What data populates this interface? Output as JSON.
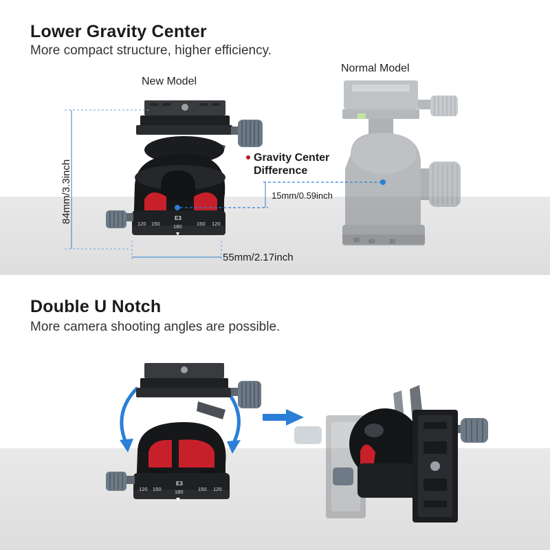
{
  "section1": {
    "title": "Lower Gravity Center",
    "subtitle": "More compact structure, higher efficiency.",
    "new_model_label": "New Model",
    "normal_model_label": "Normal Model",
    "gravity_label_line1": "Gravity Center",
    "gravity_label_line2": "Difference",
    "height_dim": "84mm/3.3inch",
    "width_dim": "55mm/2.17inch",
    "offset_dim": "15mm/0.59inch",
    "dial_numbers": [
      "120",
      "150",
      "180",
      "150",
      "120"
    ],
    "dial_brand": "E3",
    "normal_dial_numbers": [
      "90",
      "60",
      "30"
    ]
  },
  "section2": {
    "title": "Double U Notch",
    "subtitle": "More camera shooting angles are possible.",
    "dial_numbers": [
      "120",
      "150",
      "180",
      "150",
      "120"
    ],
    "dial_brand": "E3"
  },
  "colors": {
    "accent_blue": "#2a7fd6",
    "gravity_red": "#b11a1a",
    "notch_red": "#c8202a",
    "knob_gray": "#6e7a86"
  }
}
